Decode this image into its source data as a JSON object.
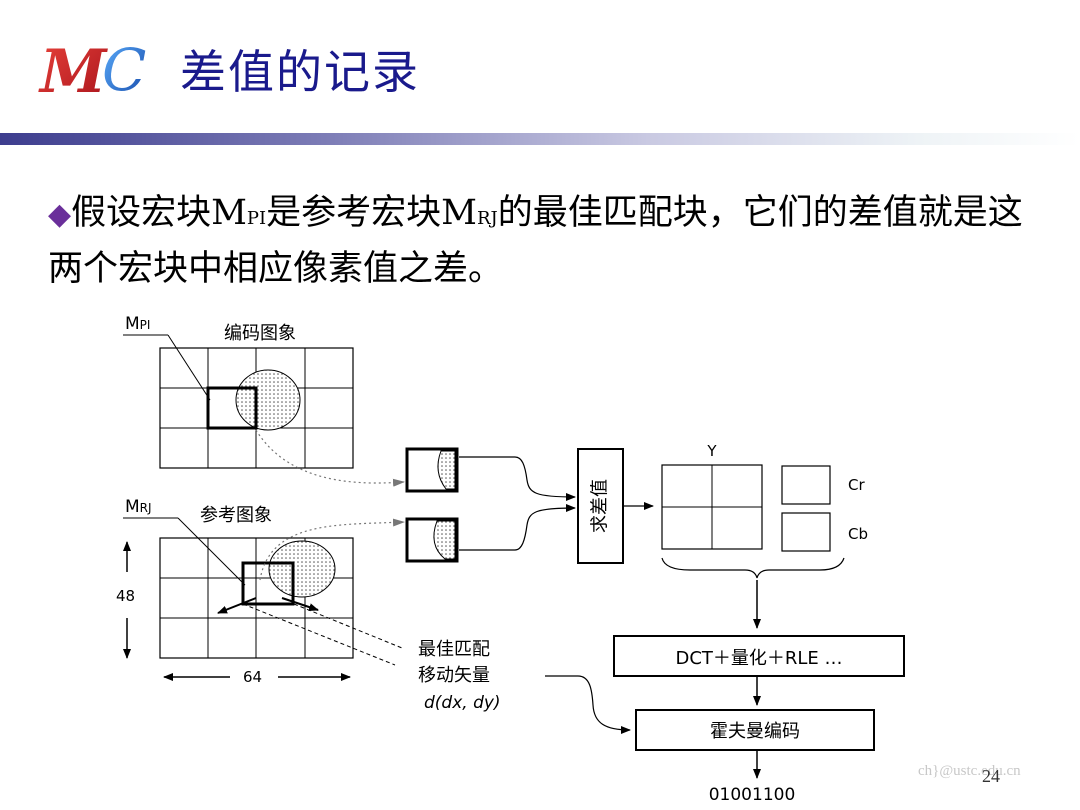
{
  "header": {
    "logo_text": "MC",
    "title": "差值的记录"
  },
  "bullet": {
    "part1": "假设宏块M",
    "sub1": "PI",
    "part2": "是参考宏块M",
    "sub2": "RJ",
    "part3": "的最佳匹配块，它们的差值就是这两个宏块中相应像素值之差。"
  },
  "diagram": {
    "mpi_label": "M",
    "mpi_sub": "PI",
    "encoded_image_label": "编码图象",
    "mrj_label": "M",
    "mrj_sub": "RJ",
    "reference_image_label": "参考图象",
    "height_label": "48",
    "width_label": "64",
    "diff_box_label": "求差值",
    "y_label": "Y",
    "cr_label": "Cr",
    "cb_label": "Cb",
    "motion_vector_line1": "最佳匹配",
    "motion_vector_line2": "移动矢量",
    "motion_vector_formula": "d(dx, dy)",
    "dct_box_label": "DCT＋量化＋RLE …",
    "huffman_box_label": "霍夫曼编码",
    "output_bits": "01001100"
  },
  "footer": {
    "page_number": "24",
    "watermark": "ch}@ustc.edu.cn"
  },
  "colors": {
    "title": "#1a1a8c",
    "bullet_diamond": "#6a2f9a",
    "logo_red": "#d4202a",
    "logo_blue": "#1e6fd0"
  }
}
